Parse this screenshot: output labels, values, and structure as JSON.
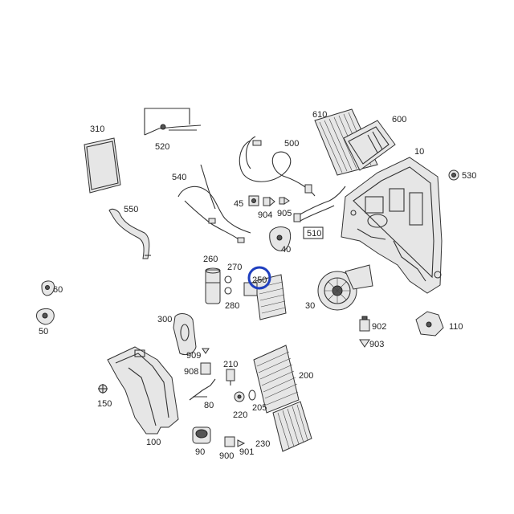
{
  "labels": {
    "l10": "10",
    "l30": "30",
    "l40": "40",
    "l45": "45",
    "l50": "50",
    "l60": "60",
    "l80": "80",
    "l90": "90",
    "l100": "100",
    "l110": "110",
    "l150": "150",
    "l200": "200",
    "l205": "205",
    "l210": "210",
    "l220": "220",
    "l230": "230",
    "l250": "250",
    "l260": "260",
    "l270": "270",
    "l280": "280",
    "l300": "300",
    "l310": "310",
    "l500": "500",
    "l510": "510",
    "l520": "520",
    "l530": "530",
    "l540": "540",
    "l550": "550",
    "l600": "600",
    "l610": "610",
    "l900": "900",
    "l901": "901",
    "l902": "902",
    "l903": "903",
    "l904": "904",
    "l905": "905",
    "l908": "908",
    "l909": "909"
  },
  "highlight": {
    "part": "250",
    "color": "#1f3fbf"
  }
}
